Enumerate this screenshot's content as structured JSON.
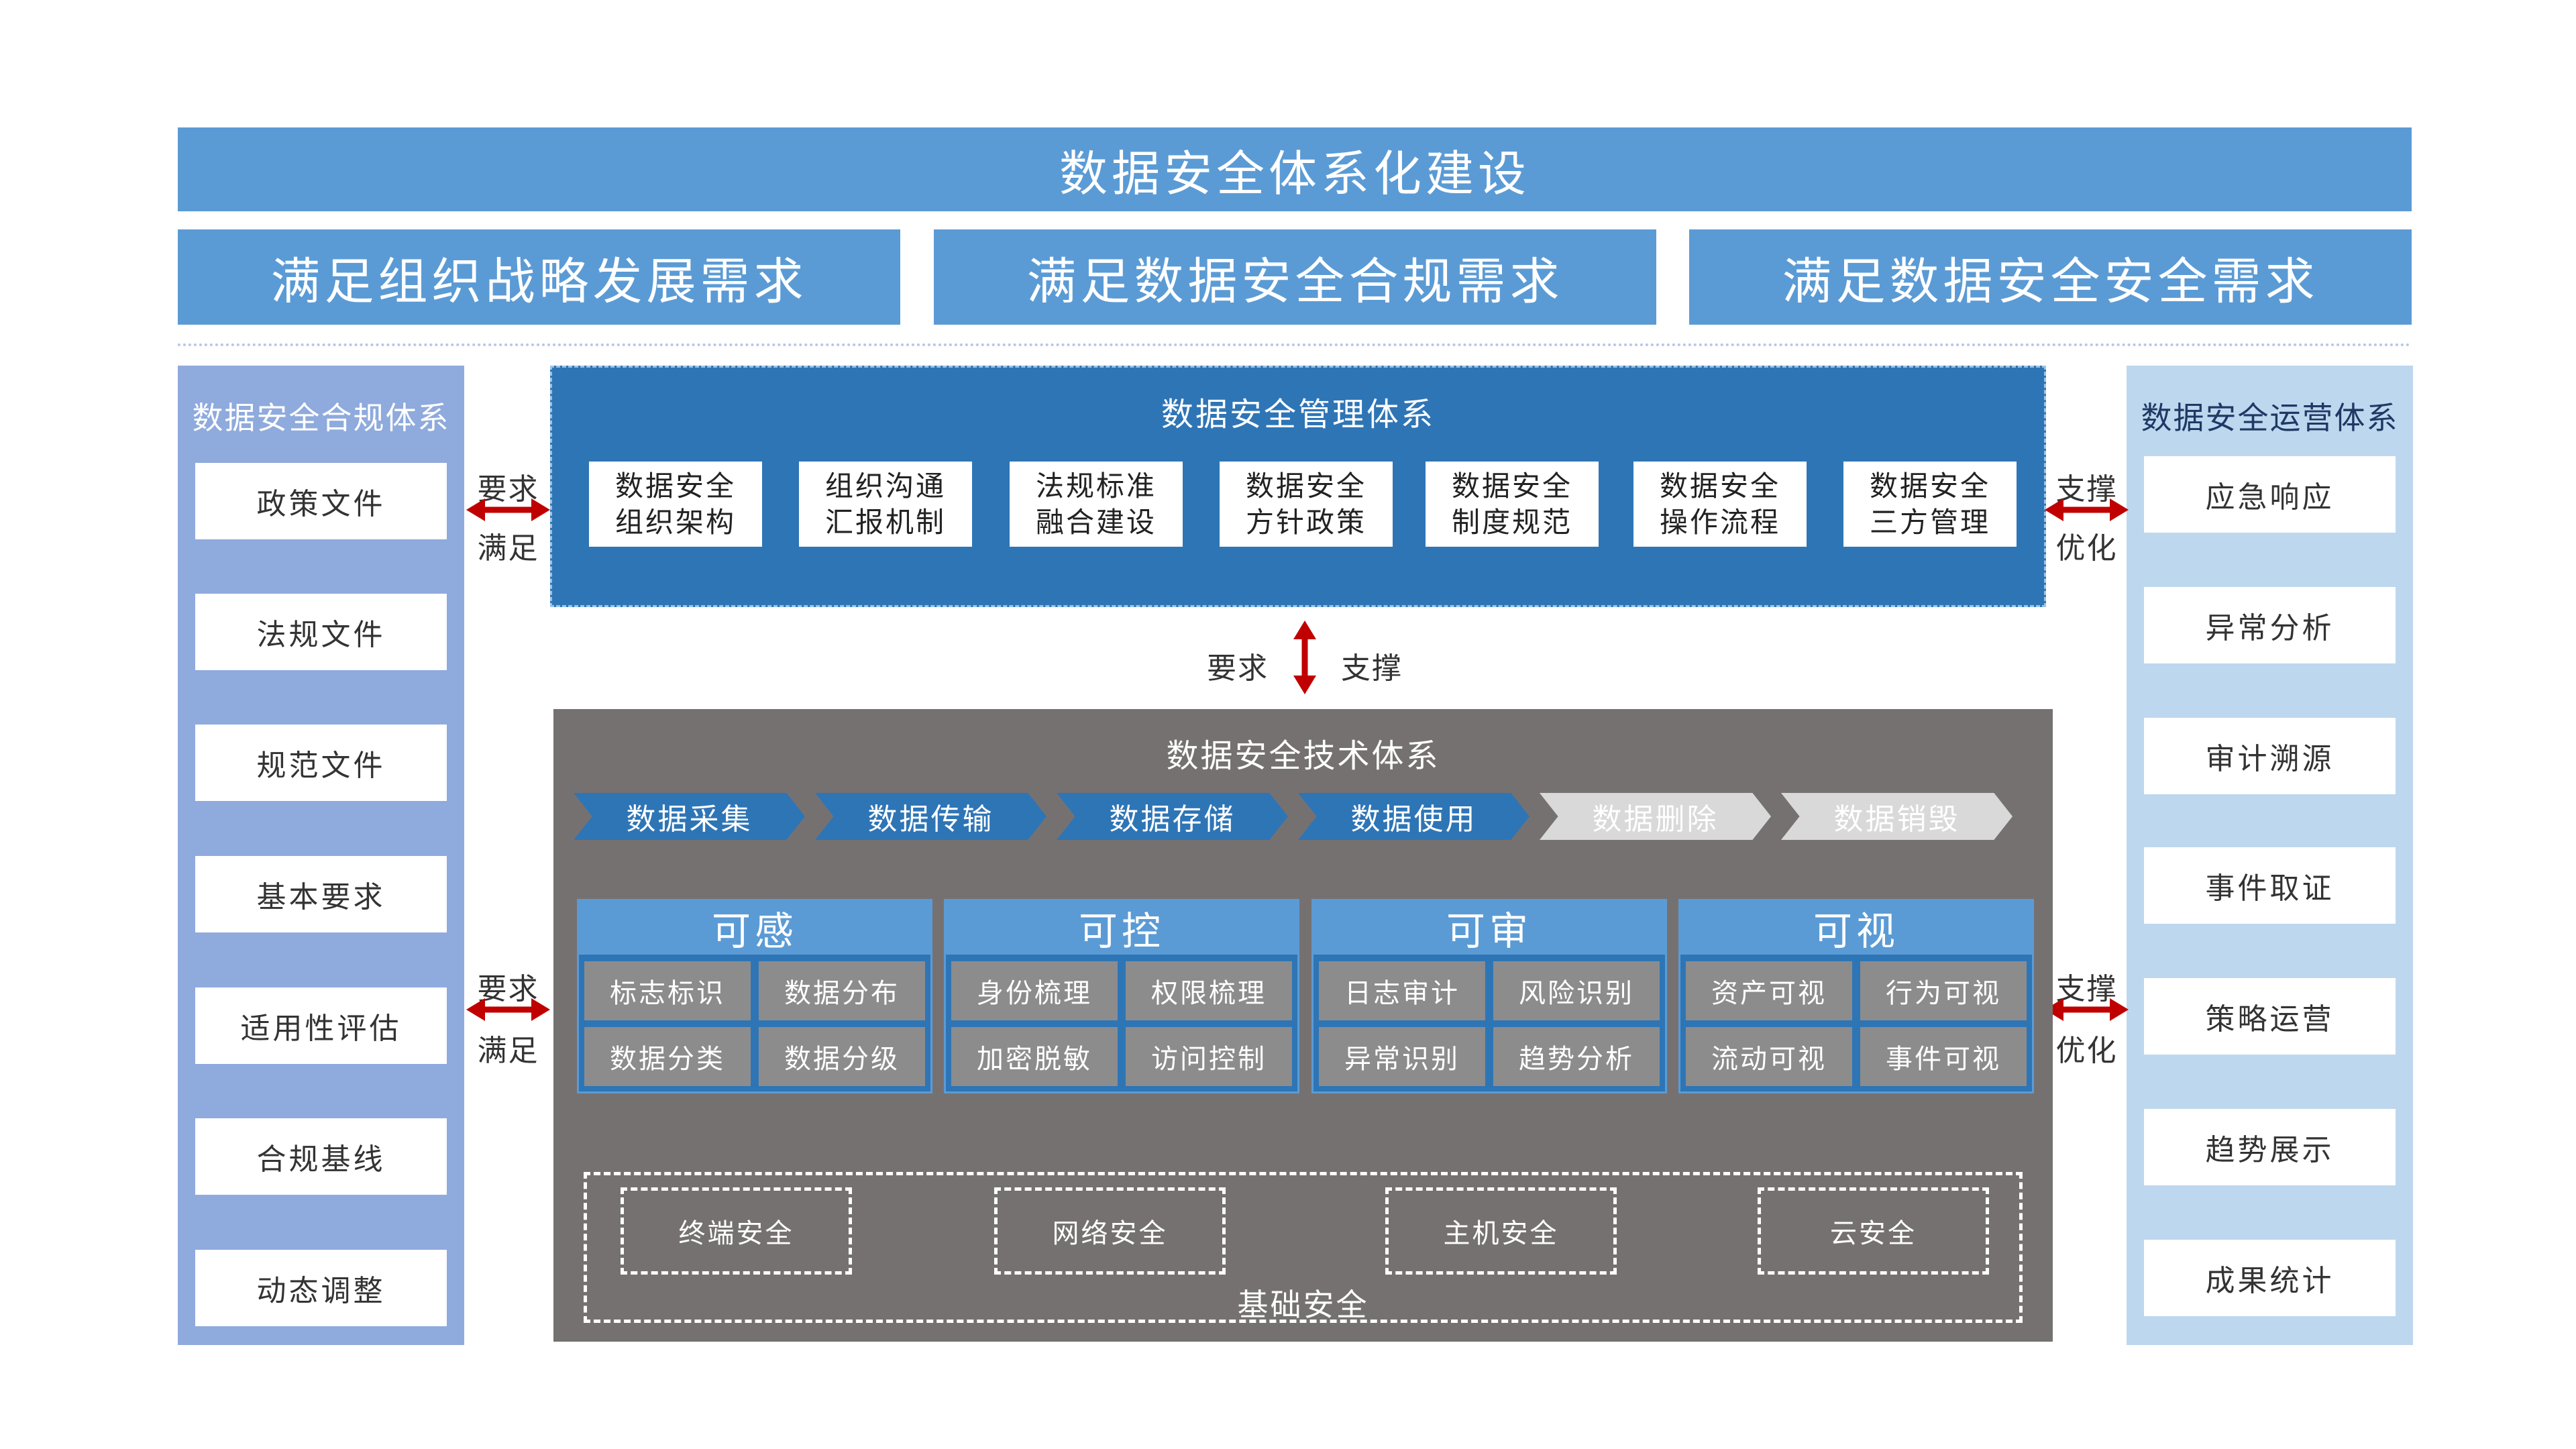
{
  "title": "数据安全体系化建设",
  "requirements": [
    "满足组织战略发展需求",
    "满足数据安全合规需求",
    "满足数据安全安全需求"
  ],
  "compliance": {
    "title": "数据安全合规体系",
    "items": [
      "政策文件",
      "法规文件",
      "规范文件",
      "基本要求",
      "适用性评估",
      "合规基线",
      "动态调整"
    ]
  },
  "operations": {
    "title": "数据安全运营体系",
    "items": [
      "应急响应",
      "异常分析",
      "审计溯源",
      "事件取证",
      "策略运营",
      "趋势展示",
      "成果统计"
    ]
  },
  "management": {
    "title": "数据安全管理体系",
    "items": [
      {
        "line1": "数据安全",
        "line2": "组织架构"
      },
      {
        "line1": "组织沟通",
        "line2": "汇报机制"
      },
      {
        "line1": "法规标准",
        "line2": "融合建设"
      },
      {
        "line1": "数据安全",
        "line2": "方针政策"
      },
      {
        "line1": "数据安全",
        "line2": "制度规范"
      },
      {
        "line1": "数据安全",
        "line2": "操作流程"
      },
      {
        "line1": "数据安全",
        "line2": "三方管理"
      }
    ]
  },
  "connectors": {
    "left_top": {
      "top": "要求",
      "bottom": "满足"
    },
    "right_top": {
      "top": "支撑",
      "bottom": "优化"
    },
    "middle": {
      "left": "要求",
      "right": "支撑"
    },
    "left_bottom": {
      "top": "要求",
      "bottom": "满足"
    },
    "right_bottom": {
      "top": "支撑",
      "bottom": "优化"
    },
    "arrow_color": "#c00000"
  },
  "technology": {
    "title": "数据安全技术体系",
    "lifecycle": [
      {
        "label": "数据采集",
        "style": "blue"
      },
      {
        "label": "数据传输",
        "style": "blue"
      },
      {
        "label": "数据存储",
        "style": "blue"
      },
      {
        "label": "数据使用",
        "style": "blue"
      },
      {
        "label": "数据删除",
        "style": "grey"
      },
      {
        "label": "数据销毁",
        "style": "grey"
      }
    ],
    "groups": [
      {
        "title": "可感",
        "items": [
          "标志标识",
          "数据分布",
          "数据分类",
          "数据分级"
        ]
      },
      {
        "title": "可控",
        "items": [
          "身份梳理",
          "权限梳理",
          "加密脱敏",
          "访问控制"
        ]
      },
      {
        "title": "可审",
        "items": [
          "日志审计",
          "风险识别",
          "异常识别",
          "趋势分析"
        ]
      },
      {
        "title": "可视",
        "items": [
          "资产可视",
          "行为可视",
          "流动可视",
          "事件可视"
        ]
      }
    ],
    "foundation": {
      "label": "基础安全",
      "items": [
        "终端安全",
        "网络安全",
        "主机安全",
        "云安全"
      ]
    }
  },
  "colors": {
    "header_blue": "#5b9bd5",
    "mgmt_blue": "#2e75b6",
    "left_panel": "#8faadc",
    "right_panel": "#bdd7ee",
    "tech_grey": "#767171",
    "cell_grey": "#8c8c8c"
  }
}
